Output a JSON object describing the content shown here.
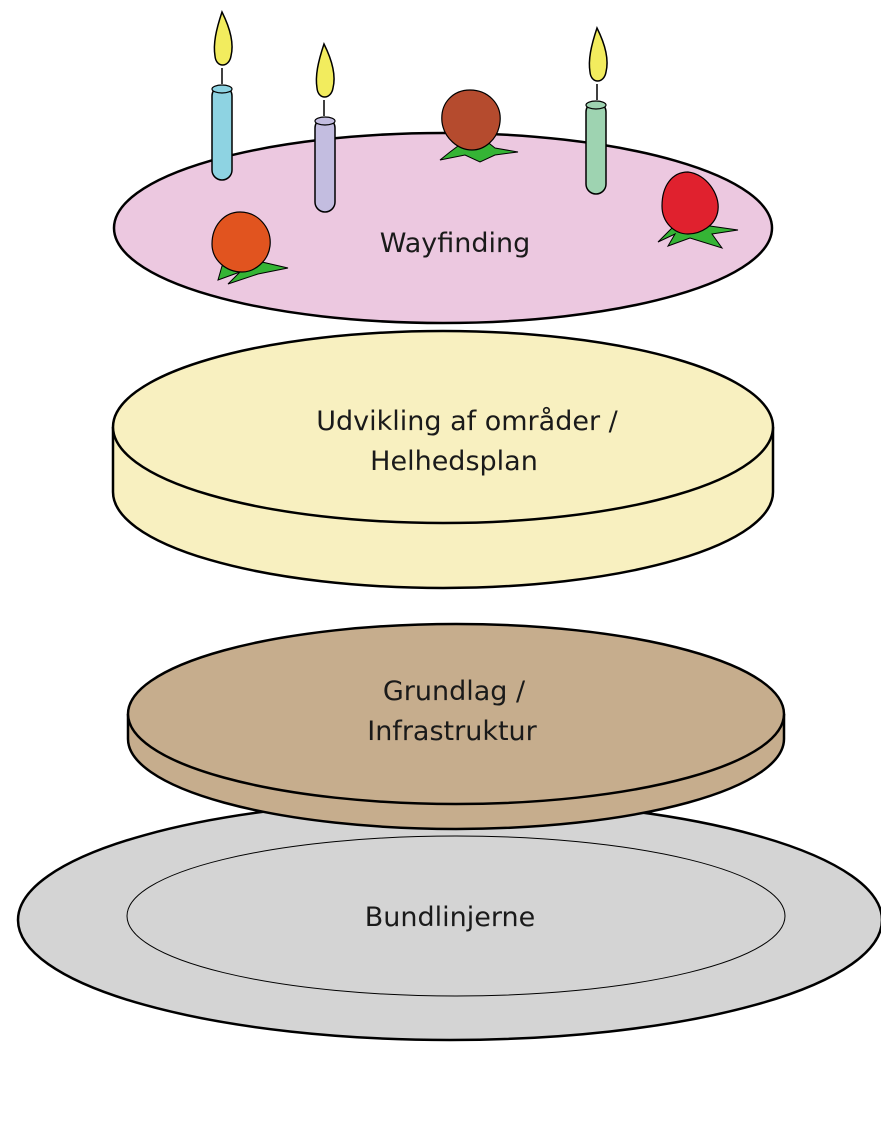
{
  "layers": {
    "top": {
      "label": "Wayfinding",
      "color": "#ecc8e0"
    },
    "middle": {
      "label_line1": "Udvikling af områder /",
      "label_line2": "Helhedsplan",
      "color": "#f8f0c0"
    },
    "base": {
      "label_line1": "Grundlag /",
      "label_line2": "Infrastruktur",
      "color": "#c6ad8d"
    },
    "plate": {
      "label": "Bundlinjerne",
      "color": "#d4d4d4"
    }
  },
  "decorations": {
    "candle_colors": [
      "#8ed3e2",
      "#c3bde0",
      "#9ed3b1"
    ],
    "flame_color": "#f2ec5e",
    "strawberry_colors": [
      "#b54b2e",
      "#e1541f",
      "#e0212e"
    ],
    "leaf_color": "#35b435"
  }
}
